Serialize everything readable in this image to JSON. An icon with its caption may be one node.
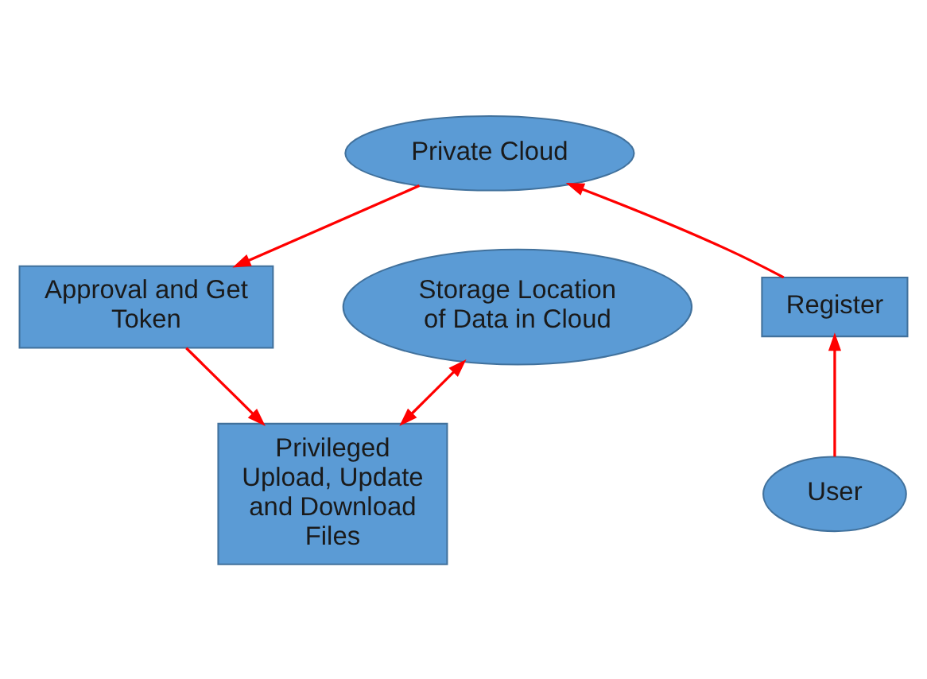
{
  "diagram": {
    "nodes": [
      {
        "text": [
          "Private Cloud"
        ]
      },
      {
        "text": [
          "Approval and Get Token"
        ]
      },
      {
        "text": [
          "Storage Location of Data in Cloud"
        ]
      },
      {
        "text": [
          "Register"
        ]
      },
      {
        "text": [
          "Privileged Upload, Update and Download Files"
        ]
      },
      {
        "text": [
          "User"
        ]
      }
    ],
    "edges": [
      {
        "from": 5,
        "to": 3,
        "arrow": "to"
      },
      {
        "from": 3,
        "to": 0,
        "arrow": "to"
      },
      {
        "from": 0,
        "to": 1,
        "arrow": "to"
      },
      {
        "from": 1,
        "to": 4,
        "arrow": "to"
      },
      {
        "from": 4,
        "to": 2,
        "arrow": "both"
      }
    ]
  }
}
